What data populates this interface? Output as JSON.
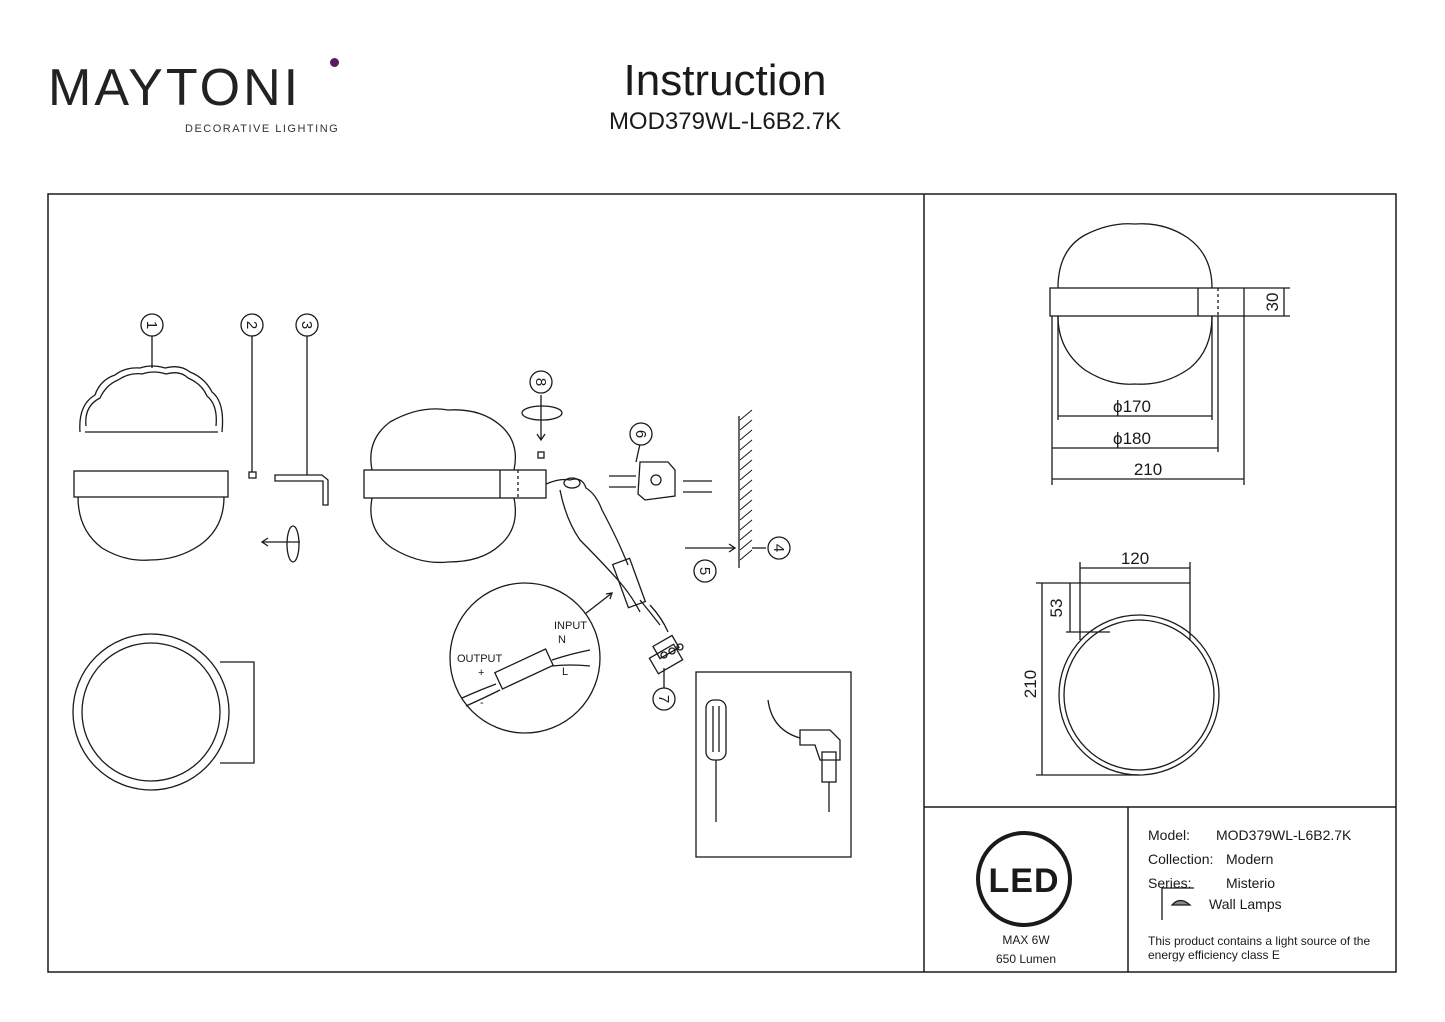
{
  "header": {
    "brand": "MAYTONI",
    "brand_tagline": "DECORATIVE LIGHTING",
    "title": "Instruction",
    "model_code": "MOD379WL-L6B2.7K"
  },
  "assembly": {
    "part_numbers": [
      "1",
      "2",
      "3",
      "4",
      "5",
      "6",
      "7",
      "8"
    ],
    "driver_labels": {
      "input": "INPUT",
      "n": "N",
      "l": "L",
      "output": "OUTPUT",
      "plus": "+",
      "minus": "-"
    }
  },
  "dimensions": {
    "d170": "ϕ170",
    "d180": "ϕ180",
    "w210": "210",
    "h30": "30",
    "w120": "120",
    "h53": "53",
    "h210": "210"
  },
  "specs": {
    "led_badge": "LED",
    "power": "MAX 6W",
    "lumen": "650 Lumen",
    "model_label": "Model:",
    "model_value": "MOD379WL-L6B2.7K",
    "collection_label": "Collection:",
    "collection_value": "Modern",
    "series_label": "Series:",
    "series_value": "Misterio",
    "category": "Wall Lamps",
    "energy_note_line1": "This product contains a light source of the",
    "energy_note_line2": "energy efficiency class E"
  },
  "colors": {
    "line": "#1a1a1a",
    "brand_accent": "#5c1a5a"
  }
}
